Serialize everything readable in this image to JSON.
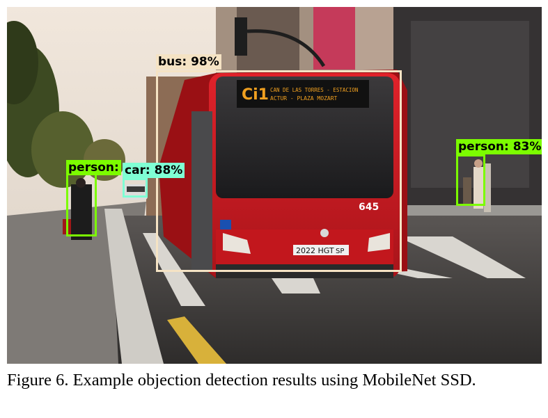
{
  "figure": {
    "detections": [
      {
        "label": "bus: 98%",
        "class": "bus",
        "color": "#f5e3c4"
      },
      {
        "label": "person: 83%",
        "class": "person",
        "color": "#7cfc00"
      },
      {
        "label": "person:",
        "class": "person",
        "color": "#7cfc00"
      },
      {
        "label": "car: 88%",
        "class": "car",
        "color": "#7fffd4"
      }
    ],
    "scene_text": {
      "route": "Ci1",
      "destination_line1": "CAN DE LAS TORRES - ESTACION",
      "destination_line2": "ACTUR - PLAZA MOZART",
      "fleet_number": "645",
      "plate": "2022 HGT",
      "plate_suffix": "SP"
    }
  },
  "caption": "Figure 6. Example objection detection results using MobileNet SSD."
}
